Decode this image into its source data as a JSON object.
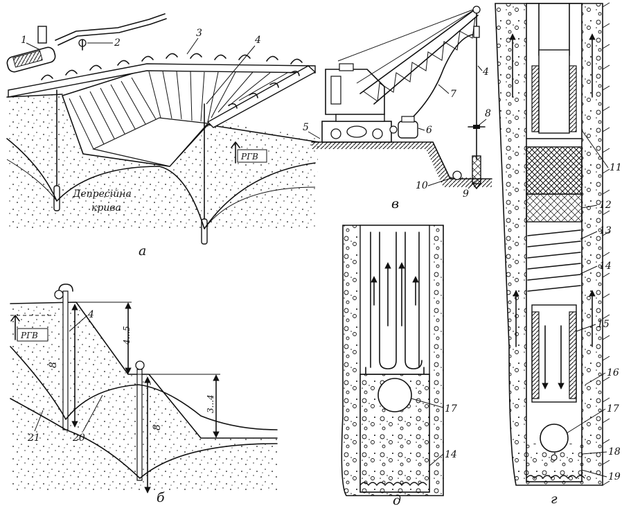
{
  "panels": {
    "a": {
      "letter": "а",
      "callouts": [
        "1",
        "2",
        "3",
        "4"
      ],
      "curve_label_1": "Депресійна",
      "curve_label_2": "крива",
      "water_level": "РГВ"
    },
    "b": {
      "letter": "б",
      "water_level": "РГВ",
      "callouts": [
        "4",
        "20",
        "21"
      ],
      "dim_step": "4...5",
      "dim_bench": "3...4",
      "dim_depth_1": "8",
      "dim_depth_2": "8"
    },
    "v": {
      "letter": "в",
      "callouts": [
        "4",
        "5",
        "6",
        "7",
        "8",
        "9",
        "10"
      ]
    },
    "d": {
      "letter": "д",
      "callouts": [
        "17",
        "14"
      ]
    },
    "g": {
      "letter": "г",
      "callouts": [
        "11",
        "12",
        "13",
        "14",
        "15",
        "16",
        "17",
        "18",
        "19"
      ]
    }
  }
}
